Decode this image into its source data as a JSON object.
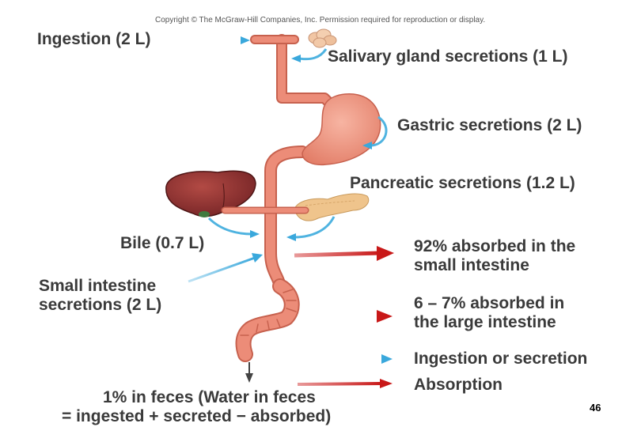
{
  "copyright": "Copyright © The McGraw-Hill Companies, Inc. Permission required for reproduction or display.",
  "labels": {
    "ingestion": "Ingestion (2 L)",
    "salivary": "Salivary gland secretions (1 L)",
    "gastric": "Gastric secretions (2 L)",
    "pancreatic": "Pancreatic secretions (1.2 L)",
    "bile": "Bile (0.7 L)",
    "small_intestine_secretions": [
      "Small intestine",
      "secretions (2 L)"
    ],
    "absorbed_small": [
      "92% absorbed in the",
      "small intestine"
    ],
    "absorbed_large": [
      "6 – 7% absorbed in",
      "the large intestine"
    ],
    "feces": [
      "1% in feces (Water in feces",
      "= ingested + secreted − absorbed)"
    ]
  },
  "legend": {
    "ingestion_or_secretion": "Ingestion or secretion",
    "absorption": "Absorption"
  },
  "colors": {
    "secretion_arrow": "#4fb3e0",
    "absorption_arrow": "#cc1f1f",
    "gut_tube": "#ec8c78",
    "liver": "#8e2f2f",
    "pancreas": "#efc48c",
    "salivary_gland": "#f2c9a8"
  },
  "page_number": "46"
}
